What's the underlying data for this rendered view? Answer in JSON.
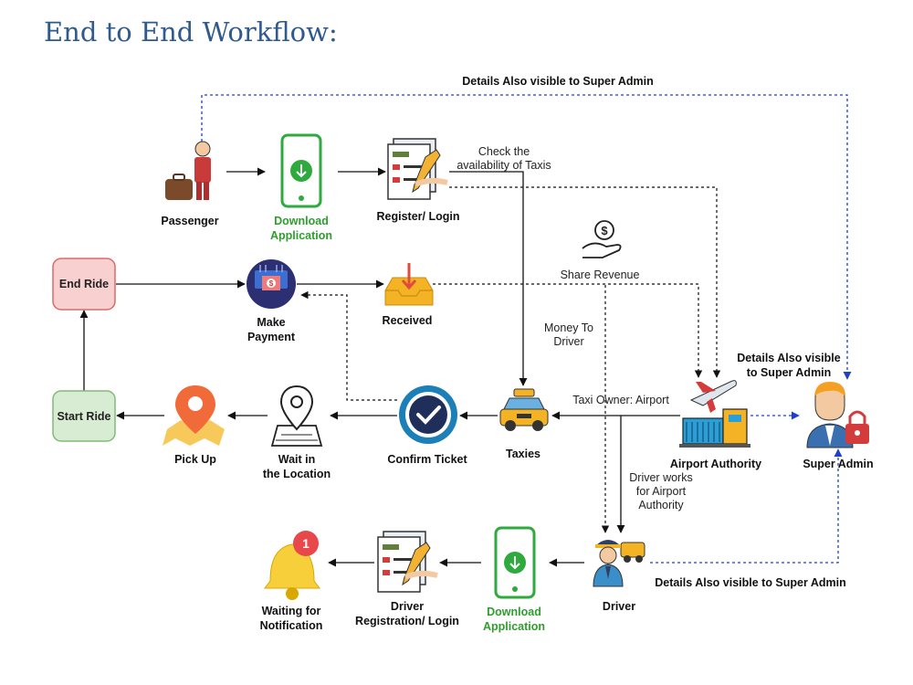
{
  "title": "End to End Workflow:",
  "nodes": {
    "passenger": "Passenger",
    "download_app_1": [
      "Download",
      "Application"
    ],
    "register_login": "Register/ Login",
    "end_ride": "End Ride",
    "make_payment": [
      "Make",
      "Payment"
    ],
    "received": "Received",
    "start_ride": "Start Ride",
    "pick_up": "Pick Up",
    "wait_location": [
      "Wait in",
      "the Location"
    ],
    "confirm_ticket": "Confirm Ticket",
    "taxies": "Taxies",
    "airport_authority": "Airport Authority",
    "super_admin": "Super Admin",
    "waiting_notification": [
      "Waiting for",
      "Notification"
    ],
    "driver_registration": [
      "Driver",
      "Registration/ Login"
    ],
    "download_app_2": [
      "Download",
      "Application"
    ],
    "driver": "Driver"
  },
  "notes": {
    "details_top": "Details Also visible to Super Admin",
    "check_availability": [
      "Check the",
      "availability of Taxis"
    ],
    "share_revenue": "Share Revenue",
    "money_to_driver": [
      "Money To",
      "Driver"
    ],
    "details_middle": [
      "Details Also visible",
      "to Super Admin"
    ],
    "taxi_owner": "Taxi Owner: Airport",
    "driver_works": [
      "Driver works",
      "for Airport",
      "Authority"
    ],
    "details_bottom": "Details Also visible to Super Admin"
  },
  "badges": {
    "notification_count": "1"
  },
  "colors": {
    "title": "#2e5a8c",
    "green_label": "#2e9e2e",
    "end_ride_fill": "#f8d0d0",
    "end_ride_border": "#d86a6a",
    "start_ride_fill": "#d7ecd2",
    "start_ride_border": "#82b978",
    "admin_link": "#1f3fd1"
  },
  "icons": {
    "passenger": "passenger-luggage-icon",
    "download": "smartphone-download-icon",
    "register": "checklist-pen-icon",
    "revenue": "hand-dollar-coin-icon",
    "payment": "payment-terminal-icon",
    "received": "inbox-receive-icon",
    "pick_up": "map-pin-icon",
    "wait": "location-marker-icon",
    "confirm": "check-circle-icon",
    "taxi": "taxi-icon",
    "airport": "airport-plane-icon",
    "super_admin": "admin-lock-icon",
    "notification": "bell-badge-icon",
    "driver": "driver-taxi-icon"
  }
}
